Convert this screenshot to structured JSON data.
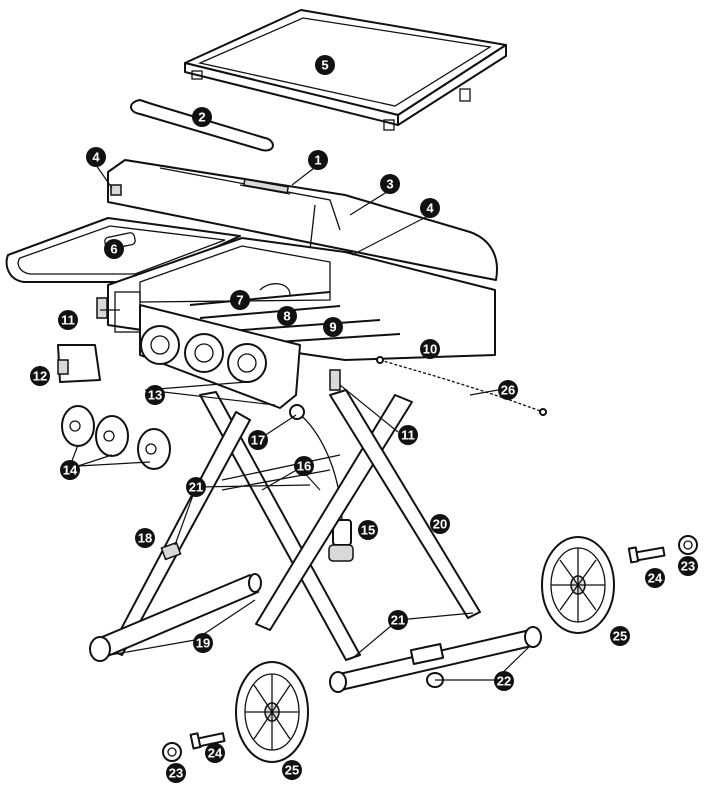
{
  "diagram": {
    "callouts": [
      {
        "id": "c1",
        "label": "1"
      },
      {
        "id": "c2",
        "label": "2"
      },
      {
        "id": "c3",
        "label": "3"
      },
      {
        "id": "c4a",
        "label": "4"
      },
      {
        "id": "c4b",
        "label": "4"
      },
      {
        "id": "c5",
        "label": "5"
      },
      {
        "id": "c6",
        "label": "6"
      },
      {
        "id": "c7",
        "label": "7"
      },
      {
        "id": "c8",
        "label": "8"
      },
      {
        "id": "c9",
        "label": "9"
      },
      {
        "id": "c10",
        "label": "10"
      },
      {
        "id": "c11a",
        "label": "11"
      },
      {
        "id": "c11b",
        "label": "11"
      },
      {
        "id": "c12",
        "label": "12"
      },
      {
        "id": "c13",
        "label": "13"
      },
      {
        "id": "c14",
        "label": "14"
      },
      {
        "id": "c15",
        "label": "15"
      },
      {
        "id": "c16",
        "label": "16"
      },
      {
        "id": "c17",
        "label": "17"
      },
      {
        "id": "c18",
        "label": "18"
      },
      {
        "id": "c19",
        "label": "19"
      },
      {
        "id": "c20",
        "label": "20"
      },
      {
        "id": "c21a",
        "label": "21"
      },
      {
        "id": "c21b",
        "label": "21"
      },
      {
        "id": "c22",
        "label": "22"
      },
      {
        "id": "c23a",
        "label": "23"
      },
      {
        "id": "c23b",
        "label": "23"
      },
      {
        "id": "c24a",
        "label": "24"
      },
      {
        "id": "c24b",
        "label": "24"
      },
      {
        "id": "c25a",
        "label": "25"
      },
      {
        "id": "c25b",
        "label": "25"
      },
      {
        "id": "c26",
        "label": "26"
      }
    ]
  }
}
